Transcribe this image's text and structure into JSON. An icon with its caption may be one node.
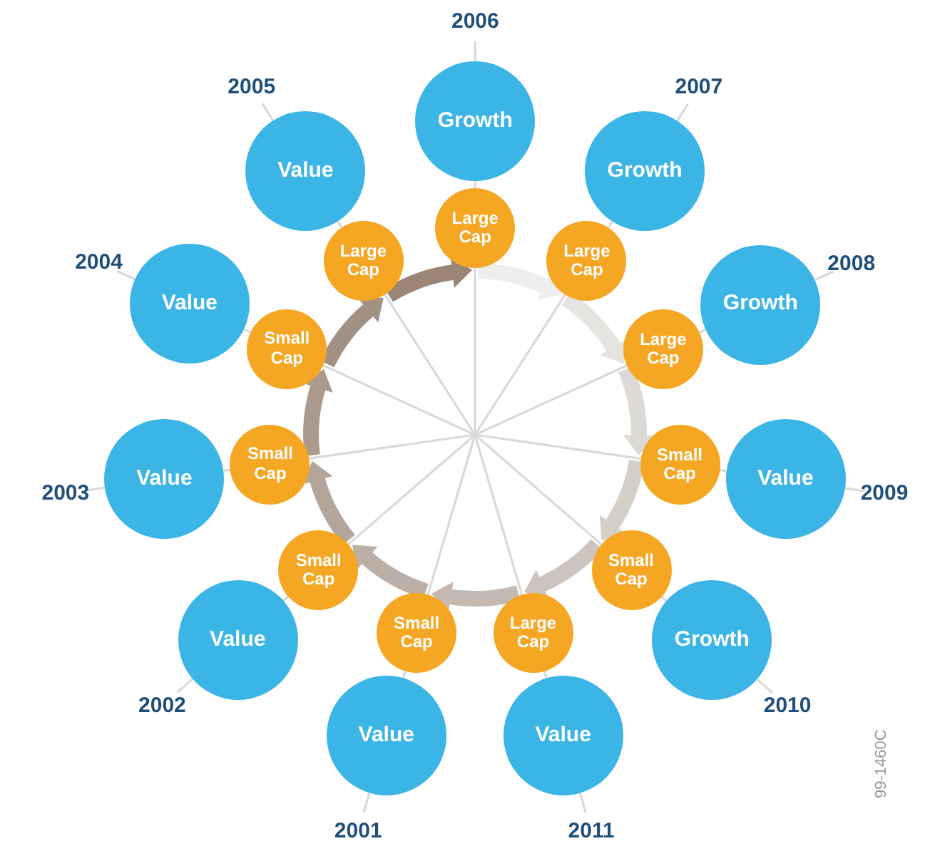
{
  "diagram": {
    "nodes": [
      {
        "text": [
          "Value"
        ]
      },
      {
        "text": [
          "Small Cap"
        ]
      },
      {
        "text": [
          "2001"
        ]
      },
      {
        "text": [
          "Value"
        ]
      },
      {
        "text": [
          "Small Cap"
        ]
      },
      {
        "text": [
          "2002"
        ]
      },
      {
        "text": [
          "Value"
        ]
      },
      {
        "text": [
          "Small Cap"
        ]
      },
      {
        "text": [
          "2003"
        ]
      },
      {
        "text": [
          "Value"
        ]
      },
      {
        "text": [
          "Small Cap"
        ]
      },
      {
        "text": [
          "2004"
        ]
      },
      {
        "text": [
          "Value"
        ]
      },
      {
        "text": [
          "Large Cap"
        ]
      },
      {
        "text": [
          "2005"
        ]
      },
      {
        "text": [
          "Growth"
        ]
      },
      {
        "text": [
          "Large Cap"
        ]
      },
      {
        "text": [
          "2006"
        ]
      },
      {
        "text": [
          "Growth"
        ]
      },
      {
        "text": [
          "Large Cap"
        ]
      },
      {
        "text": [
          "2007"
        ]
      },
      {
        "text": [
          "Growth"
        ]
      },
      {
        "text": [
          "Large Cap"
        ]
      },
      {
        "text": [
          "2008"
        ]
      },
      {
        "text": [
          "Value"
        ]
      },
      {
        "text": [
          "Small Cap"
        ]
      },
      {
        "text": [
          "2009"
        ]
      },
      {
        "text": [
          "Growth"
        ]
      },
      {
        "text": [
          "Small Cap"
        ]
      },
      {
        "text": [
          "2010"
        ]
      },
      {
        "text": [
          "Value"
        ]
      },
      {
        "text": [
          "Large Cap"
        ]
      },
      {
        "text": [
          "2011"
        ]
      }
    ],
    "edges": [
      {
        "from": null,
        "to": 1,
        "arrow": "none"
      },
      {
        "from": 1,
        "to": 0,
        "arrow": "none"
      },
      {
        "from": 0,
        "to": 2,
        "arrow": "none"
      },
      {
        "from": null,
        "to": 4,
        "arrow": "none"
      },
      {
        "from": 4,
        "to": 3,
        "arrow": "none"
      },
      {
        "from": 3,
        "to": 5,
        "arrow": "none"
      },
      {
        "from": null,
        "to": 7,
        "arrow": "none"
      },
      {
        "from": 7,
        "to": 6,
        "arrow": "none"
      },
      {
        "from": 6,
        "to": 8,
        "arrow": "none"
      },
      {
        "from": null,
        "to": 10,
        "arrow": "none"
      },
      {
        "from": 10,
        "to": 9,
        "arrow": "none"
      },
      {
        "from": 9,
        "to": 11,
        "arrow": "none"
      },
      {
        "from": null,
        "to": 13,
        "arrow": "none"
      },
      {
        "from": 13,
        "to": 12,
        "arrow": "none"
      },
      {
        "from": 12,
        "to": 14,
        "arrow": "none"
      },
      {
        "from": null,
        "to": 16,
        "arrow": "none"
      },
      {
        "from": 16,
        "to": 15,
        "arrow": "none"
      },
      {
        "from": 15,
        "to": 17,
        "arrow": "none"
      },
      {
        "from": null,
        "to": 19,
        "arrow": "none"
      },
      {
        "from": 19,
        "to": 18,
        "arrow": "none"
      },
      {
        "from": 18,
        "to": 20,
        "arrow": "none"
      },
      {
        "from": null,
        "to": 22,
        "arrow": "none"
      },
      {
        "from": 22,
        "to": 21,
        "arrow": "none"
      },
      {
        "from": 21,
        "to": 23,
        "arrow": "none"
      },
      {
        "from": null,
        "to": 25,
        "arrow": "none"
      },
      {
        "from": 25,
        "to": 24,
        "arrow": "none"
      },
      {
        "from": 24,
        "to": 26,
        "arrow": "none"
      },
      {
        "from": null,
        "to": 28,
        "arrow": "none"
      },
      {
        "from": 28,
        "to": 27,
        "arrow": "none"
      },
      {
        "from": 27,
        "to": 29,
        "arrow": "none"
      },
      {
        "from": null,
        "to": 31,
        "arrow": "none"
      },
      {
        "from": 31,
        "to": 30,
        "arrow": "none"
      },
      {
        "from": 30,
        "to": 32,
        "arrow": "none"
      },
      {
        "from": 16,
        "to": 19,
        "arrow": "to",
        "style": "thick",
        "color": "#eeeeec"
      },
      {
        "from": 19,
        "to": 22,
        "arrow": "to",
        "style": "thick",
        "color": "#e6e4e0"
      },
      {
        "from": 22,
        "to": 25,
        "arrow": "to",
        "style": "thick",
        "color": "#ddd9d5"
      },
      {
        "from": 25,
        "to": 28,
        "arrow": "to",
        "style": "thick",
        "color": "#d5cfc9"
      },
      {
        "from": 28,
        "to": 31,
        "arrow": "to",
        "style": "thick",
        "color": "#ccc4bd"
      },
      {
        "from": 31,
        "to": 1,
        "arrow": "to",
        "style": "thick",
        "color": "#c4bab2"
      },
      {
        "from": 1,
        "to": 4,
        "arrow": "to",
        "style": "thick",
        "color": "#bcafa6"
      },
      {
        "from": 4,
        "to": 7,
        "arrow": "to",
        "style": "thick",
        "color": "#b3a59a"
      },
      {
        "from": 7,
        "to": 10,
        "arrow": "to",
        "style": "thick",
        "color": "#ab9a8e"
      },
      {
        "from": 10,
        "to": 13,
        "arrow": "to",
        "style": "thick",
        "color": "#a29083"
      },
      {
        "from": 13,
        "to": 16,
        "arrow": "to",
        "style": "thick",
        "color": "#9a8577"
      }
    ],
    "labels": [
      "99-1460C"
    ]
  }
}
